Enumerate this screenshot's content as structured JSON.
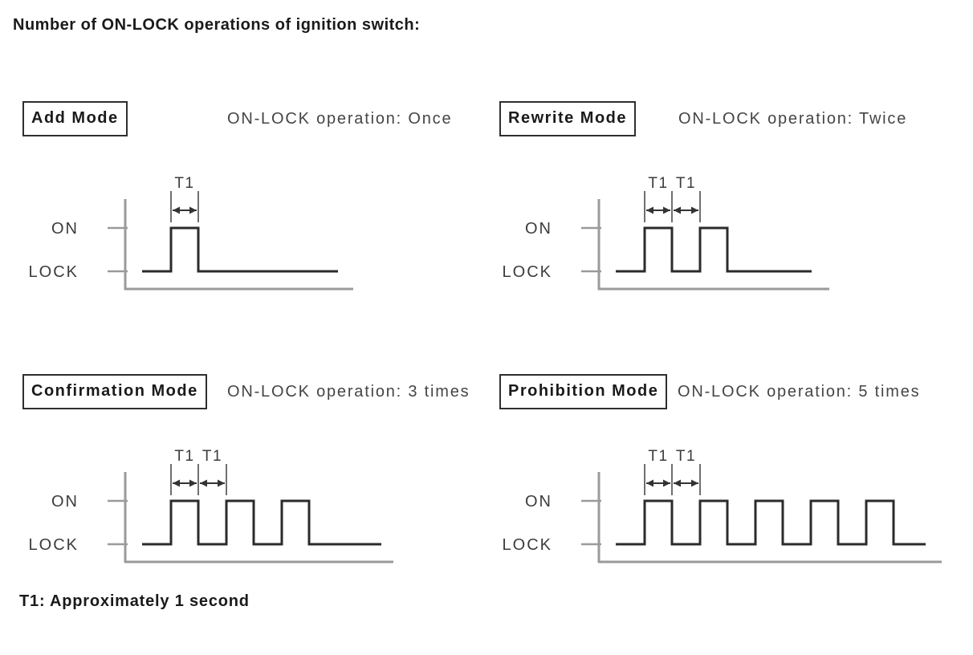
{
  "title": "Number of ON-LOCK operations of ignition switch:",
  "footnote": "T1: Approximately 1 second",
  "labels": {
    "on": "ON",
    "lock": "LOCK",
    "t1": "T1"
  },
  "colors": {
    "axis": "#9a9a9a",
    "waveform": "#2b2b2b",
    "extension_line": "#6f6f6f",
    "arrow": "#333333",
    "text": "#3c3c3c",
    "heading_text": "#1a1a1a",
    "box_border": "#2f2f2f"
  },
  "panels": [
    {
      "id": "add-mode",
      "mode_label": "Add Mode",
      "operation_label": "ON-LOCK operation: Once",
      "pulse_count": 1,
      "t1_spans": 1,
      "t1_labels": [
        "T1"
      ],
      "levels": [
        "ON",
        "LOCK"
      ]
    },
    {
      "id": "rewrite-mode",
      "mode_label": "Rewrite Mode",
      "operation_label": "ON-LOCK operation: Twice",
      "pulse_count": 2,
      "t1_spans": 2,
      "t1_labels": [
        "T1",
        "T1"
      ],
      "levels": [
        "ON",
        "LOCK"
      ]
    },
    {
      "id": "confirmation-mode",
      "mode_label": "Confirmation Mode",
      "operation_label": "ON-LOCK operation: 3 times",
      "pulse_count": 3,
      "t1_spans": 2,
      "t1_labels": [
        "T1",
        "T1"
      ],
      "levels": [
        "ON",
        "LOCK"
      ]
    },
    {
      "id": "prohibition-mode",
      "mode_label": "Prohibition Mode",
      "operation_label": "ON-LOCK operation: 5 times",
      "pulse_count": 5,
      "t1_spans": 2,
      "t1_labels": [
        "T1",
        "T1"
      ],
      "levels": [
        "ON",
        "LOCK"
      ]
    }
  ]
}
